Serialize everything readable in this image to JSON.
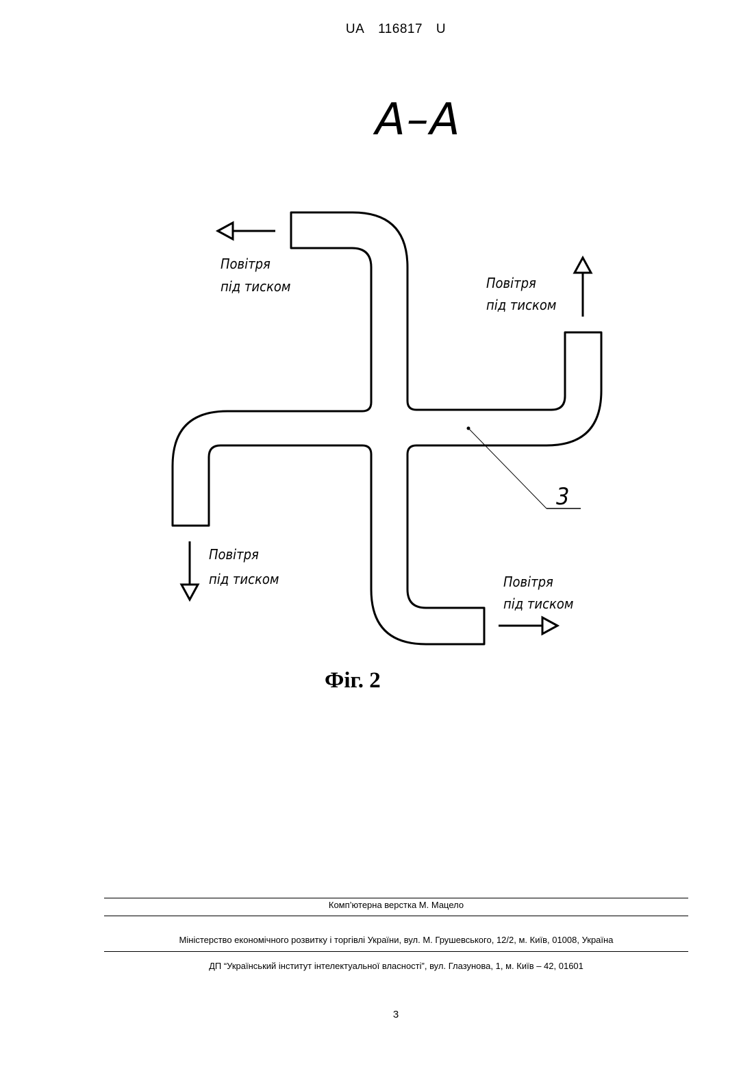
{
  "header": {
    "country": "UA",
    "number": "116817",
    "kind": "U"
  },
  "drawing": {
    "section_label": "А–А",
    "callout": "3",
    "flow_labels": [
      {
        "line1": "Повітря",
        "line2": "під тиском"
      },
      {
        "line1": "Повітря",
        "line2": "під тиском"
      },
      {
        "line1": "Повітря",
        "line2": "під тиском"
      },
      {
        "line1": "Повітря",
        "line2": "під тиском"
      }
    ]
  },
  "caption": "Фіг. 2",
  "footer": {
    "layout": "Комп’ютерна верстка М. Мацело",
    "ministry": "Міністерство економічного розвитку і торгівлі України, вул. М. Грушевського, 12/2, м. Київ, 01008, Україна",
    "institute": "ДП “Український інститут інтелектуальної власності”, вул. Глазунова, 1, м. Київ – 42, 01601"
  },
  "page_number": "3"
}
